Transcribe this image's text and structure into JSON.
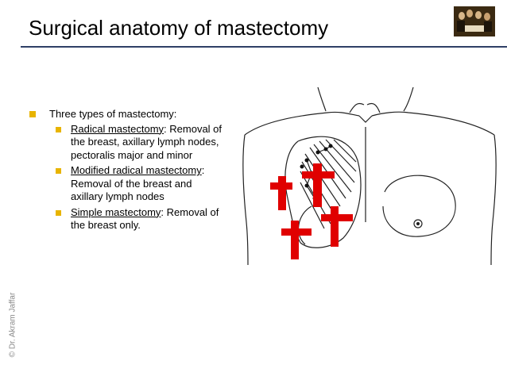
{
  "slide": {
    "title": "Surgical anatomy of mastectomy",
    "watermark": "© Dr. Akram Jaffar",
    "thumbnail_icon": "painting-thumbnail-icon"
  },
  "content": {
    "intro": "Three types of mastectomy:",
    "items": [
      {
        "term": "Radical mastectomy",
        "desc": ": Removal of the breast, axillary lymph nodes, pectoralis major and minor"
      },
      {
        "term": "Modified radical mastectomy",
        "desc": ": Removal of the breast and axillary lymph nodes"
      },
      {
        "term": "Simple mastectomy",
        "desc": ": Removal of the breast only."
      }
    ]
  },
  "colors": {
    "bullet": "#e8b400",
    "rule": "#2f3f66",
    "cross": "#e00000"
  },
  "figure": {
    "icon": "chest-mastectomy-diagram"
  }
}
